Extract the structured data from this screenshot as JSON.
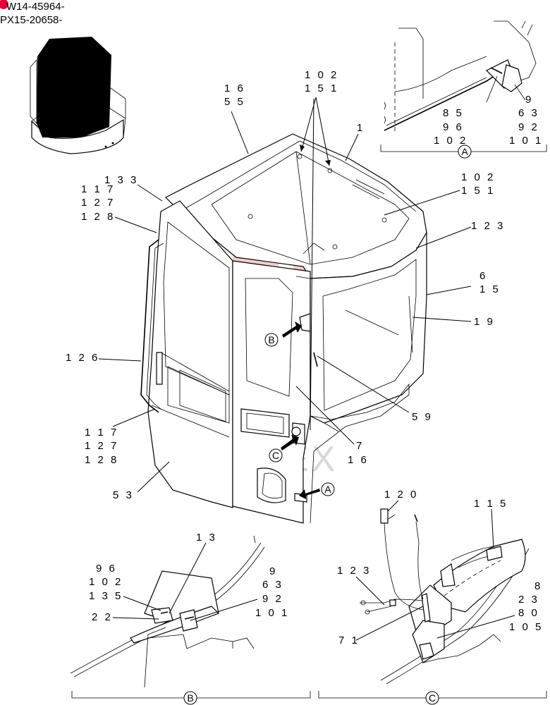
{
  "serial_numbers": [
    "W14-45964-",
    "PX15-20658-"
  ],
  "callouts": {
    "c_16_55": [
      "1 6",
      "5 5"
    ],
    "c_102_151_top": [
      "1 0 2",
      "1 5 1"
    ],
    "c_1": [
      "1"
    ],
    "c_133": [
      "1 3 3",
      "1 1 7",
      "1 2 7",
      "1 2 8"
    ],
    "c_102_151_right": [
      "1 0 2",
      "1 5 1"
    ],
    "c_123": [
      "1 2 3"
    ],
    "c_6_15": [
      "6",
      "1 5"
    ],
    "c_19": [
      "1 9"
    ],
    "c_126": [
      "1 2 6"
    ],
    "c_59": [
      "5 9"
    ],
    "c_117_left": [
      "1 1 7",
      "1 2 7",
      "1 2 8"
    ],
    "c_7_16": [
      "7",
      "1 6"
    ],
    "c_53": [
      "5 3"
    ],
    "a_9": [
      "9",
      "6 3",
      "9 2",
      "1 0 1"
    ],
    "a_85": [
      "8 5",
      "9 6",
      "1 0 2"
    ],
    "b_13": [
      "1 3"
    ],
    "b_96": [
      "9 6",
      "1 0 2",
      "1 3 5"
    ],
    "b_22": [
      "2 2"
    ],
    "b_9": [
      "9",
      "6 3",
      "9 2",
      "1 0 1"
    ],
    "c_120": [
      "1 2 0"
    ],
    "c_115": [
      "1 1 5"
    ],
    "c_123b": [
      "1 2 3"
    ],
    "c_71": [
      "7 1"
    ],
    "c_8": [
      "8",
      "2 3",
      "8 0",
      "1 0 5"
    ]
  },
  "view_markers": [
    "A",
    "B",
    "C"
  ],
  "watermark": "ИНТЕХ",
  "colors": {
    "badge": "#e0003c",
    "watermark": "#f1a3a3",
    "line": "#000000"
  }
}
